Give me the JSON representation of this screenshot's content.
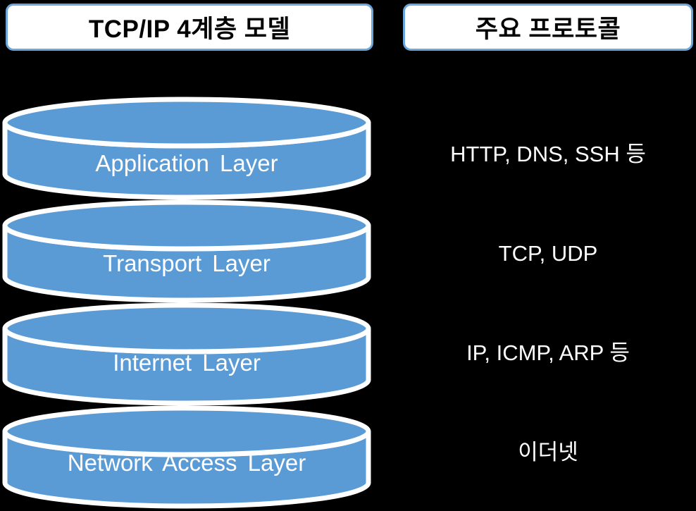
{
  "colors": {
    "background": "#000000",
    "cylinder_fill": "#5B9BD5",
    "cylinder_outline": "#FFFFFF",
    "header_background": "#FFFFFF",
    "header_border": "#6BA6DC",
    "header_text": "#000000",
    "label_text": "#FFFFFF"
  },
  "headers": {
    "model_title": "TCP/IP 4계층 모델",
    "protocols_title": "주요 프로토콜"
  },
  "layers": [
    {
      "name": "Application Layer",
      "protocols": "HTTP, DNS, SSH 등"
    },
    {
      "name": "Transport Layer",
      "protocols": "TCP, UDP"
    },
    {
      "name": "Internet Layer",
      "protocols": "IP, ICMP, ARP 등"
    },
    {
      "name": "Network Access Layer",
      "protocols": "이더넷"
    }
  ]
}
